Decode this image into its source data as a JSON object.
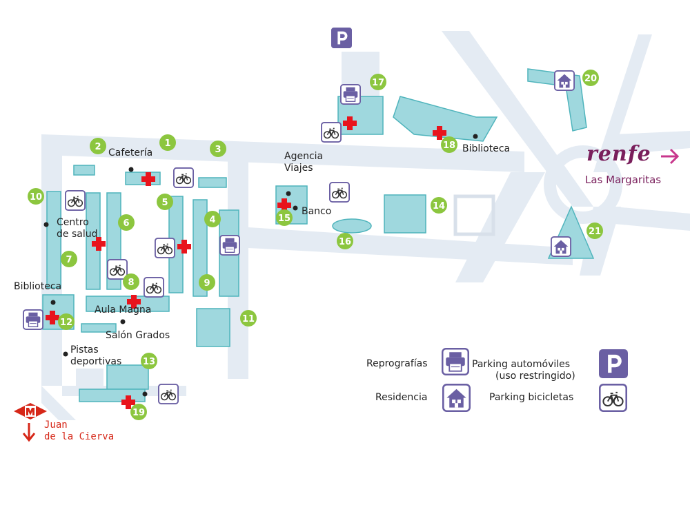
{
  "labels": {
    "cafeteria": "Cafetería",
    "agencia": "Agencia",
    "viajes": "Viajes",
    "banco": "Banco",
    "biblioteca_north": "Biblioteca",
    "centro": "Centro",
    "de_salud": "de salud",
    "biblioteca_west": "Biblioteca",
    "aula_magna": "Aula Magna",
    "salon_grados": "Salón Grados",
    "pistas": "Pistas",
    "deportivas": "deportivas"
  },
  "transit": {
    "renfe_logo": "renfe",
    "renfe_station": "Las Margaritas",
    "metro_line1": "Juan",
    "metro_line2": "de la Cierva",
    "metro_letter": "M"
  },
  "parking_letter": "P",
  "buildings": [
    "1",
    "2",
    "3",
    "4",
    "5",
    "6",
    "7",
    "8",
    "9",
    "10",
    "11",
    "12",
    "13",
    "14",
    "15",
    "16",
    "17",
    "18",
    "19",
    "20",
    "21"
  ],
  "legend": {
    "reprografias": "Reprografías",
    "parking_auto": "Parking automóviles",
    "parking_auto_sub": "(uso restringido)",
    "residencia": "Residencia",
    "parking_bici": "Parking bicicletas"
  },
  "colors": {
    "road": "#e4ebf3",
    "building": "#9fd8de",
    "building_dark": "#4fb4bc",
    "marker_green": "#8cc63f",
    "medical_red": "#e8141c",
    "icon_purple": "#6a5fa3",
    "renfe": "#7a1f5c",
    "metro": "#d62718"
  },
  "icons": [
    "bicycle-parking-icon",
    "reprography-icon",
    "residence-icon",
    "car-parking-icon",
    "medical-cross-icon",
    "metro-icon",
    "renfe-arrow-icon"
  ]
}
